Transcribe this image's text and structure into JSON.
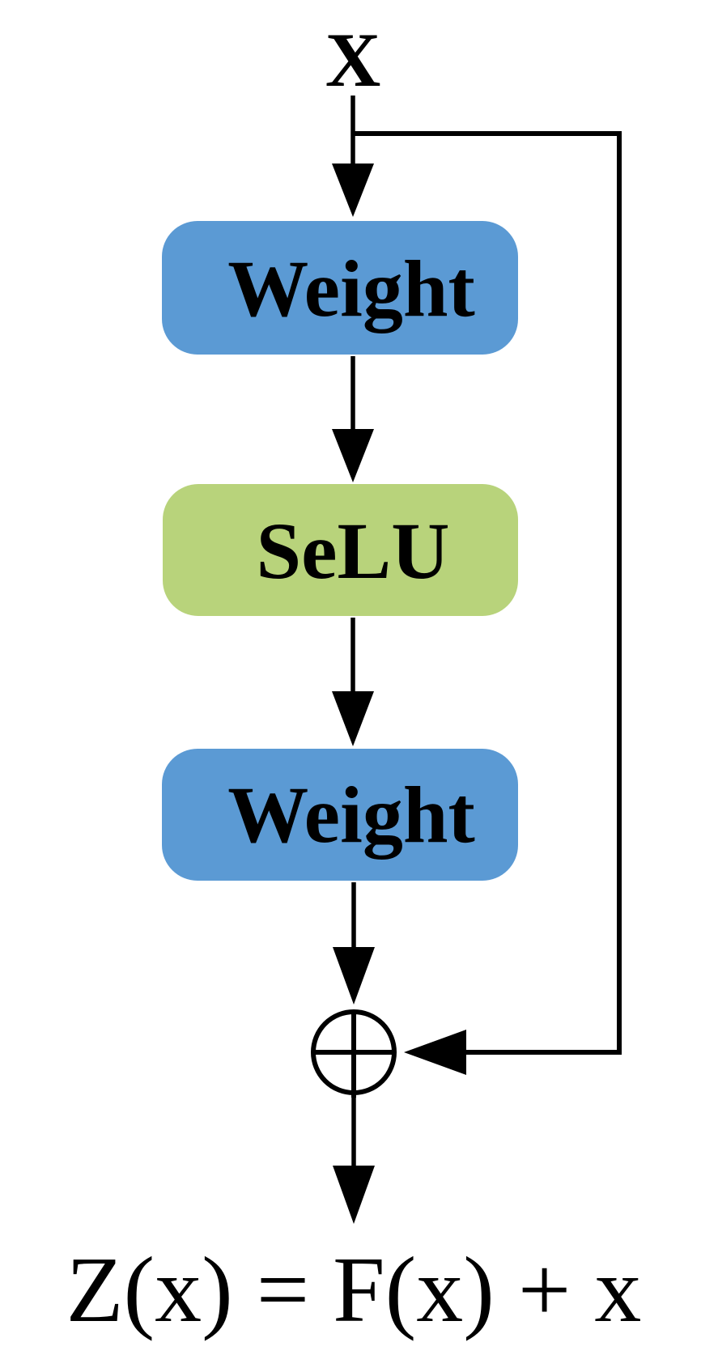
{
  "diagram": {
    "input_label": "X",
    "blocks": [
      {
        "label": "Weight",
        "type": "weight"
      },
      {
        "label": "SeLU",
        "type": "activation"
      },
      {
        "label": "Weight",
        "type": "weight"
      }
    ],
    "sum_node": {
      "icon": "circled-plus",
      "meaning": "element-wise addition"
    },
    "formula": "Z(x) = F(x) + x",
    "colors": {
      "weight_fill": "#5b9ad4",
      "activation_fill": "#b8d37b",
      "line": "#000000",
      "text": "#000000"
    }
  }
}
